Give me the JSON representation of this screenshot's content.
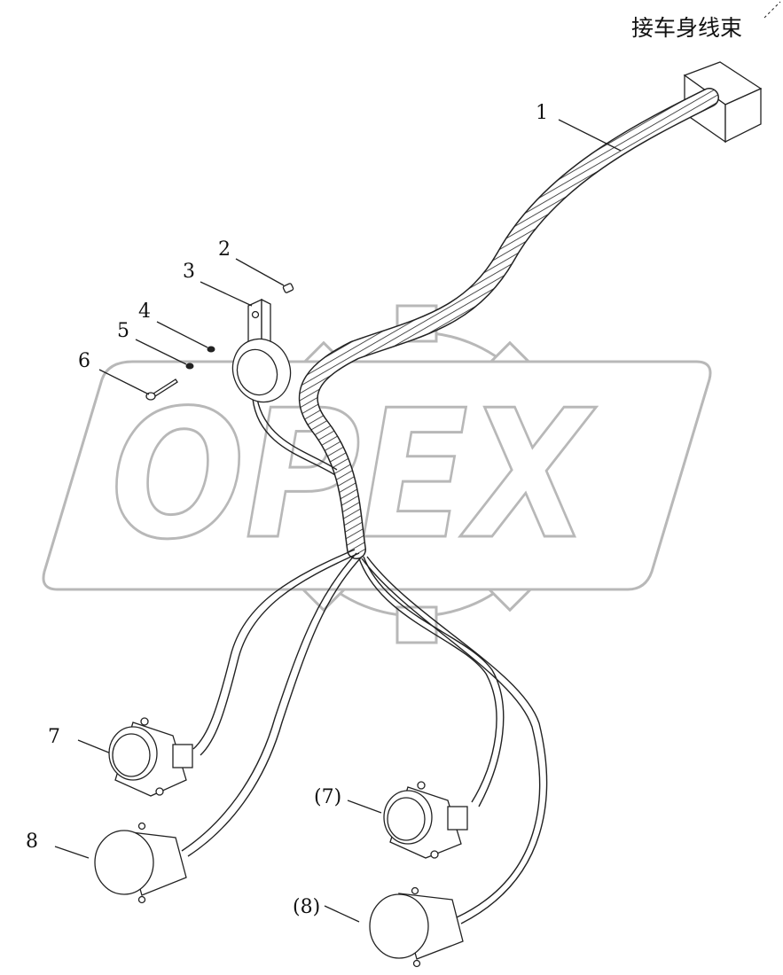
{
  "title": "接车身线束",
  "watermark": "OPEX",
  "callouts": {
    "c1": "1",
    "c2": "2",
    "c3": "3",
    "c4": "4",
    "c5": "5",
    "c6": "6",
    "c7": "7",
    "c8": "8",
    "c7b": "(7)",
    "c8b": "(8)"
  },
  "colors": {
    "ink": "#222222",
    "watermark": "#b8b8b8"
  }
}
